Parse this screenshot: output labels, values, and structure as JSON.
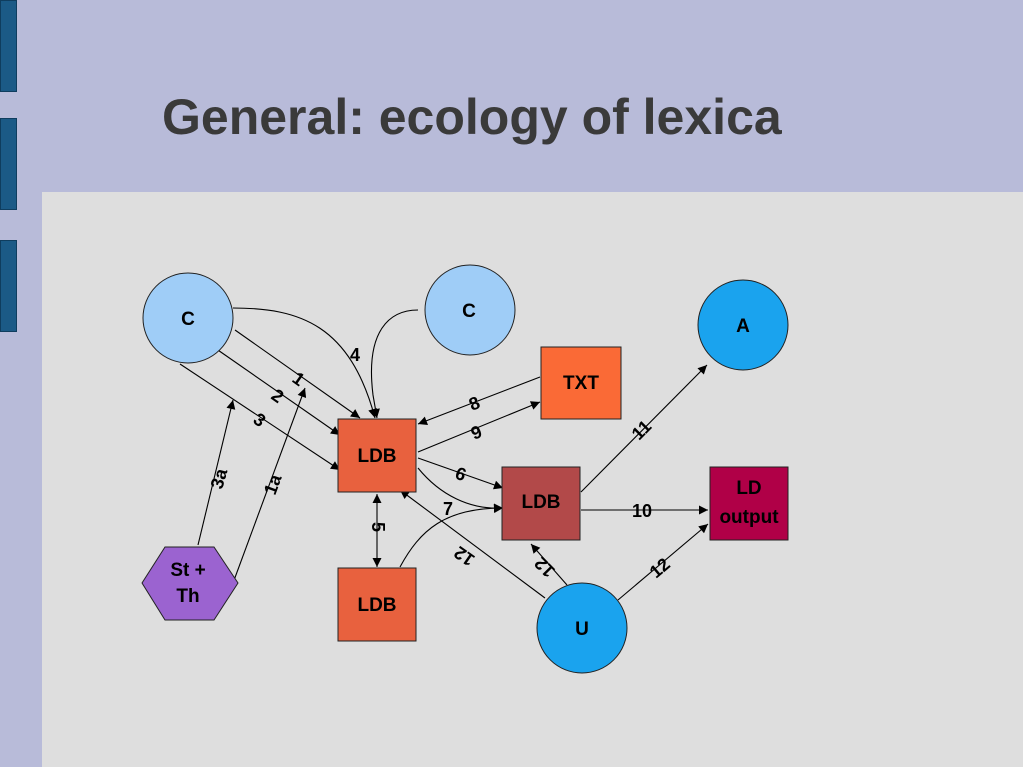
{
  "slide": {
    "title": "General: ecology of lexica"
  },
  "colors": {
    "background": "#b8bbd9",
    "panel": "#dedede",
    "sidebar_tab": "#1b5a86",
    "circle_light": "#9fcdf7",
    "circle_bright": "#1aa3ee",
    "ldb": "#e8613e",
    "ldb_dark": "#b24949",
    "txt": "#fa6a36",
    "ld_output": "#b00047",
    "hexagon": "#9b63d0"
  },
  "nodes": {
    "c1": "C",
    "c2": "C",
    "a": "A",
    "u": "U",
    "txt": "TXT",
    "ldb_main": "LDB",
    "ldb_lower": "LDB",
    "ldb_right": "LDB",
    "ld_output_line1": "LD",
    "ld_output_line2": "output",
    "st_th_line1": "St +",
    "st_th_line2": "Th"
  },
  "edges": {
    "e1": "1",
    "e1a": "1a",
    "e2": "2",
    "e3": "3",
    "e3a": "3a",
    "e4": "4",
    "e5": "5",
    "e6": "6",
    "e7": "7",
    "e8": "8",
    "e9": "9",
    "e10": "10",
    "e11": "11",
    "e12_left": "12",
    "e12_mid": "12",
    "e12_right": "12"
  }
}
